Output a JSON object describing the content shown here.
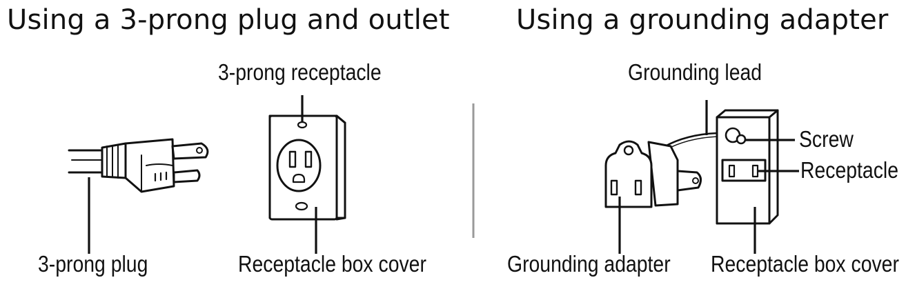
{
  "left_panel": {
    "title": "Using a 3-prong plug and outlet",
    "labels": {
      "receptacle": "3-prong receptacle",
      "plug": "3-prong plug",
      "cover": "Receptacle box cover"
    }
  },
  "right_panel": {
    "title": "Using a grounding adapter",
    "labels": {
      "lead": "Grounding lead",
      "screw": "Screw",
      "receptacle": "Receptacle",
      "adapter": "Grounding adapter",
      "cover": "Receptacle box cover"
    }
  }
}
